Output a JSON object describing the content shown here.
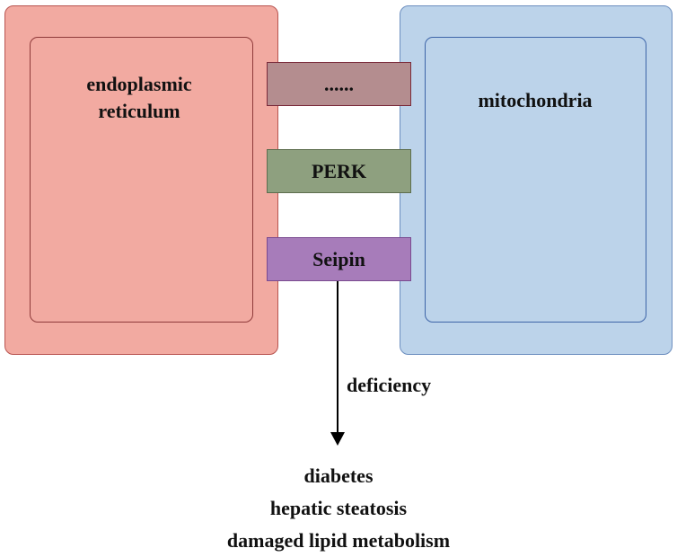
{
  "compartments": {
    "er_label": "endoplasmic reticulum",
    "mito_label": "mitochondria"
  },
  "tethers": [
    {
      "label": "......",
      "color": "#b48d8f"
    },
    {
      "label": "PERK",
      "color": "#8ea07f"
    },
    {
      "label": "Seipin",
      "color": "#a77cba"
    }
  ],
  "arrow_label": "deficiency",
  "outcomes": [
    "diabetes",
    "hepatic steatosis",
    "damaged lipid metabolism"
  ],
  "colors": {
    "er_fill": "#f2aaa1",
    "mito_fill": "#bcd3ea"
  }
}
